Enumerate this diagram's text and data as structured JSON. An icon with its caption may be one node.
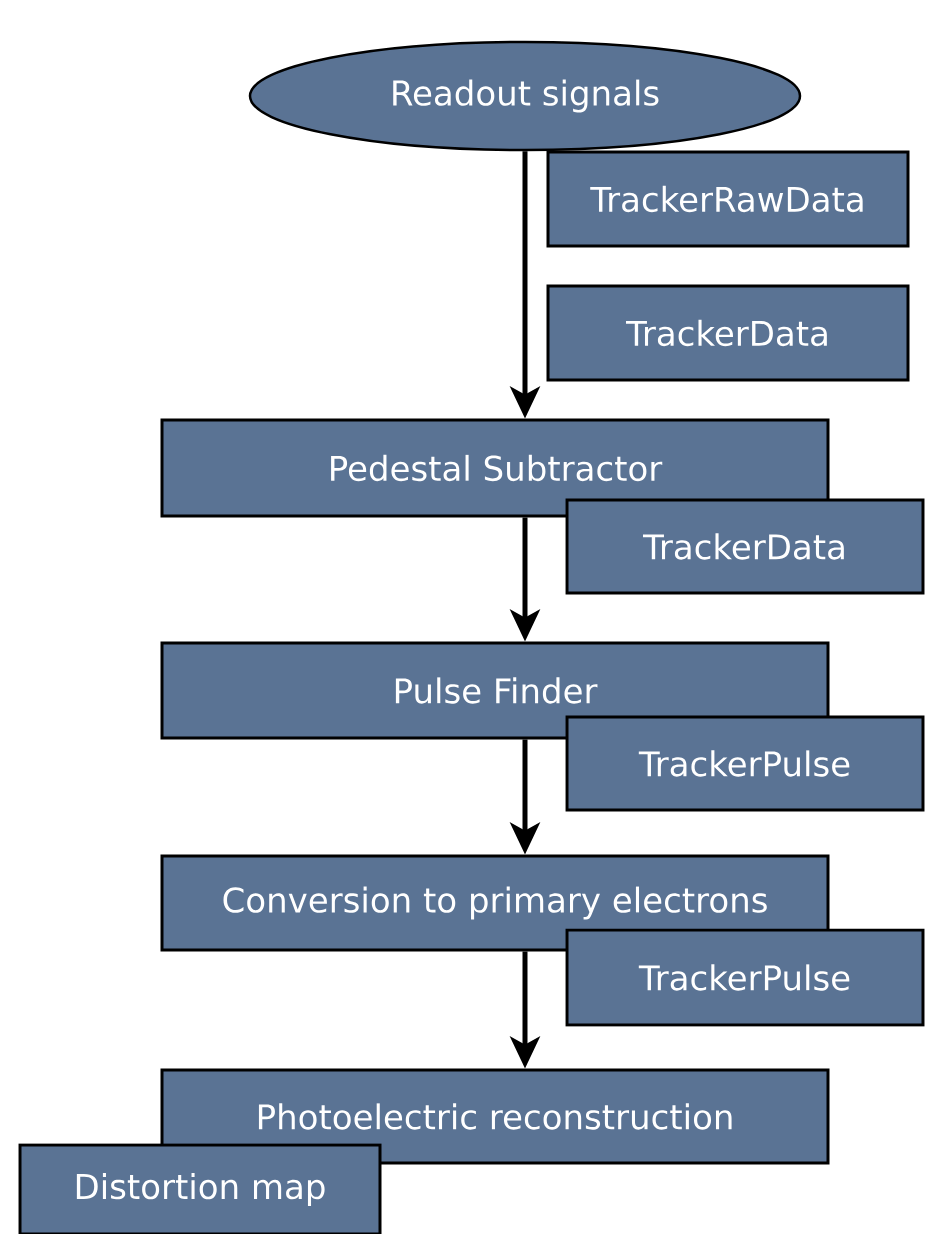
{
  "diagram": {
    "nodes": [
      {
        "text": [
          "Readout signals"
        ]
      },
      {
        "text": [
          "TrackerRawData"
        ]
      },
      {
        "text": [
          "TrackerData"
        ]
      },
      {
        "text": [
          "Pedestal Subtractor"
        ]
      },
      {
        "text": [
          "TrackerData"
        ]
      },
      {
        "text": [
          "Pulse Finder"
        ]
      },
      {
        "text": [
          "TrackerPulse"
        ]
      },
      {
        "text": [
          "Conversion to primary electrons"
        ]
      },
      {
        "text": [
          "TrackerPulse"
        ]
      },
      {
        "text": [
          "Photoelectric reconstruction"
        ]
      },
      {
        "text": [
          "Distortion map"
        ]
      }
    ],
    "edges": [
      {
        "from": 0,
        "to": 3,
        "arrow": "to"
      },
      {
        "from": 3,
        "to": 5,
        "arrow": "to"
      },
      {
        "from": 5,
        "to": 7,
        "arrow": "to"
      },
      {
        "from": 7,
        "to": 9,
        "arrow": "to"
      }
    ]
  }
}
